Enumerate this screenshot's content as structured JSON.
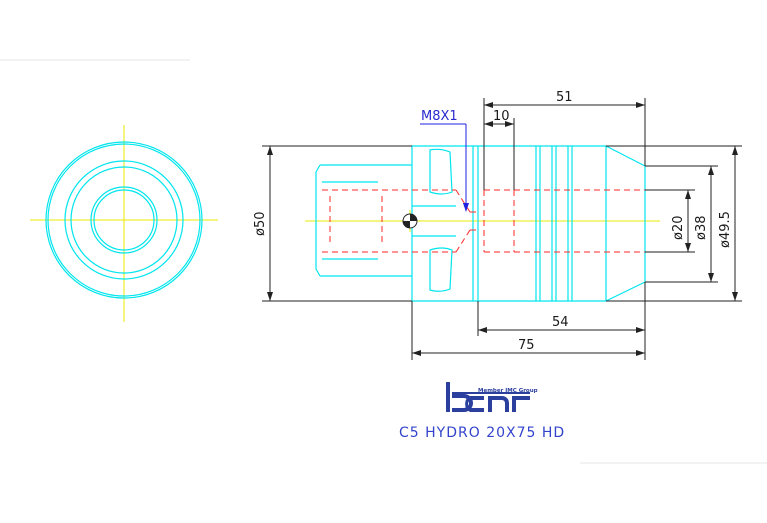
{
  "drawing": {
    "title": "C5 HYDRO 20X75 HD",
    "logo": {
      "brand": "Iscar",
      "tagline": "Member IMC Group"
    },
    "thread_callout": "M8X1",
    "dimensions": {
      "d50": "ø50",
      "d20": "ø20",
      "d38": "ø38",
      "d49_5": "ø49.5",
      "len_51": "51",
      "len_10": "10",
      "len_54": "54",
      "len_75": "75"
    },
    "colors": {
      "outline": "#00e5ee",
      "hidden": "#ff2a2a",
      "centerline": "#e8e800",
      "dimension": "#222222",
      "callout": "#2020e0",
      "title": "#3344cc"
    }
  }
}
